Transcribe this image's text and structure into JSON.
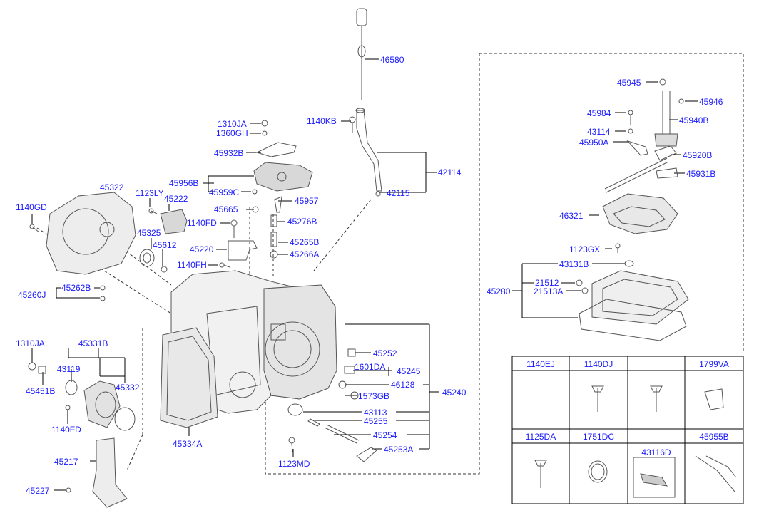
{
  "colors": {
    "label": "#1a1aff",
    "line": "#000000",
    "part": "#9a9a9a"
  },
  "labels": {
    "p46580": "46580",
    "p1140KB": "1140KB",
    "p1310JA_top": "1310JA",
    "p1360GH": "1360GH",
    "p45932B": "45932B",
    "p45956B": "45956B",
    "p45959C": "45959C",
    "p42114": "42114",
    "p42115": "42115",
    "p45957": "45957",
    "p45665": "45665",
    "p45276B": "45276B",
    "p1140FD_mid": "1140FD",
    "p45265B": "45265B",
    "p45220": "45220",
    "p45266A": "45266A",
    "p1140FH": "1140FH",
    "p45322": "45322",
    "p1123LY": "1123LY",
    "p45222": "45222",
    "p1140GD": "1140GD",
    "p45325": "45325",
    "p45612": "45612",
    "p45262B": "45262B",
    "p45260J": "45260J",
    "p1310JA_left": "1310JA",
    "p45331B": "45331B",
    "p43119": "43119",
    "p45332": "45332",
    "p45451B": "45451B",
    "p1140FD_left": "1140FD",
    "p45217": "45217",
    "p45227": "45227",
    "p45334A": "45334A",
    "p45252": "45252",
    "p1601DA": "1601DA",
    "p45245": "45245",
    "p46128": "46128",
    "p45240": "45240",
    "p1573GB": "1573GB",
    "p43113": "43113",
    "p45255": "45255",
    "p45254": "45254",
    "p45253A": "45253A",
    "p1123MD": "1123MD",
    "p45945": "45945",
    "p45946": "45946",
    "p45984": "45984",
    "p45940B": "45940B",
    "p43114": "43114",
    "p45950A": "45950A",
    "p45920B": "45920B",
    "p45931B": "45931B",
    "p46321": "46321",
    "p1123GX": "1123GX",
    "p43131B": "43131B",
    "p21512": "21512",
    "p45280": "45280",
    "p21513A": "21513A"
  },
  "table": {
    "row1": [
      "1140EJ",
      "1140DJ",
      "1799VA"
    ],
    "row2": [
      "1125DA",
      "1751DC",
      "45955B"
    ],
    "row2_inner": "43116D"
  }
}
